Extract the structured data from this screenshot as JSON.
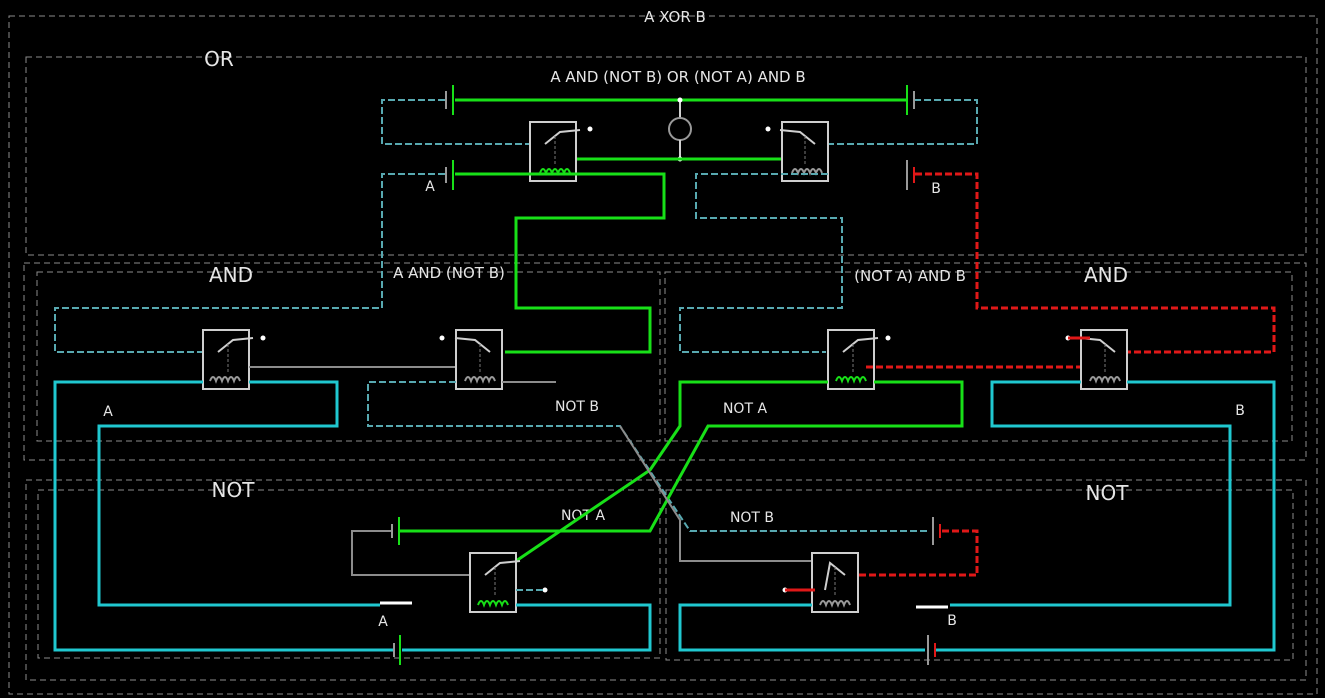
{
  "diagram": {
    "title": "A XOR B",
    "sections": {
      "or": {
        "title": "OR",
        "subtitle": "A AND (NOT B) OR (NOT A) AND B"
      },
      "and_left": {
        "title": "AND",
        "subtitle": "A AND (NOT B)"
      },
      "and_right": {
        "title": "AND",
        "subtitle": "(NOT A) AND B"
      },
      "not_left": {
        "title": "NOT"
      },
      "not_right": {
        "title": "NOT"
      }
    },
    "wire_labels": {
      "or_a": "A",
      "or_b": "B",
      "and_left_a": "A",
      "and_left_not_b": "NOT B",
      "and_right_not_a": "NOT A",
      "and_right_b": "B",
      "not_left_out": "NOT A",
      "not_left_in": "A",
      "not_right_out": "NOT B",
      "not_right_in": "B"
    },
    "colors": {
      "background": "#000000",
      "wire_idle": "#20c8d0",
      "wire_active": "#18e018",
      "wire_high": "#e01818",
      "control_wire": "#8c8c8c",
      "section_border": "#8c8c8c",
      "text": "#e6e6e6"
    }
  }
}
